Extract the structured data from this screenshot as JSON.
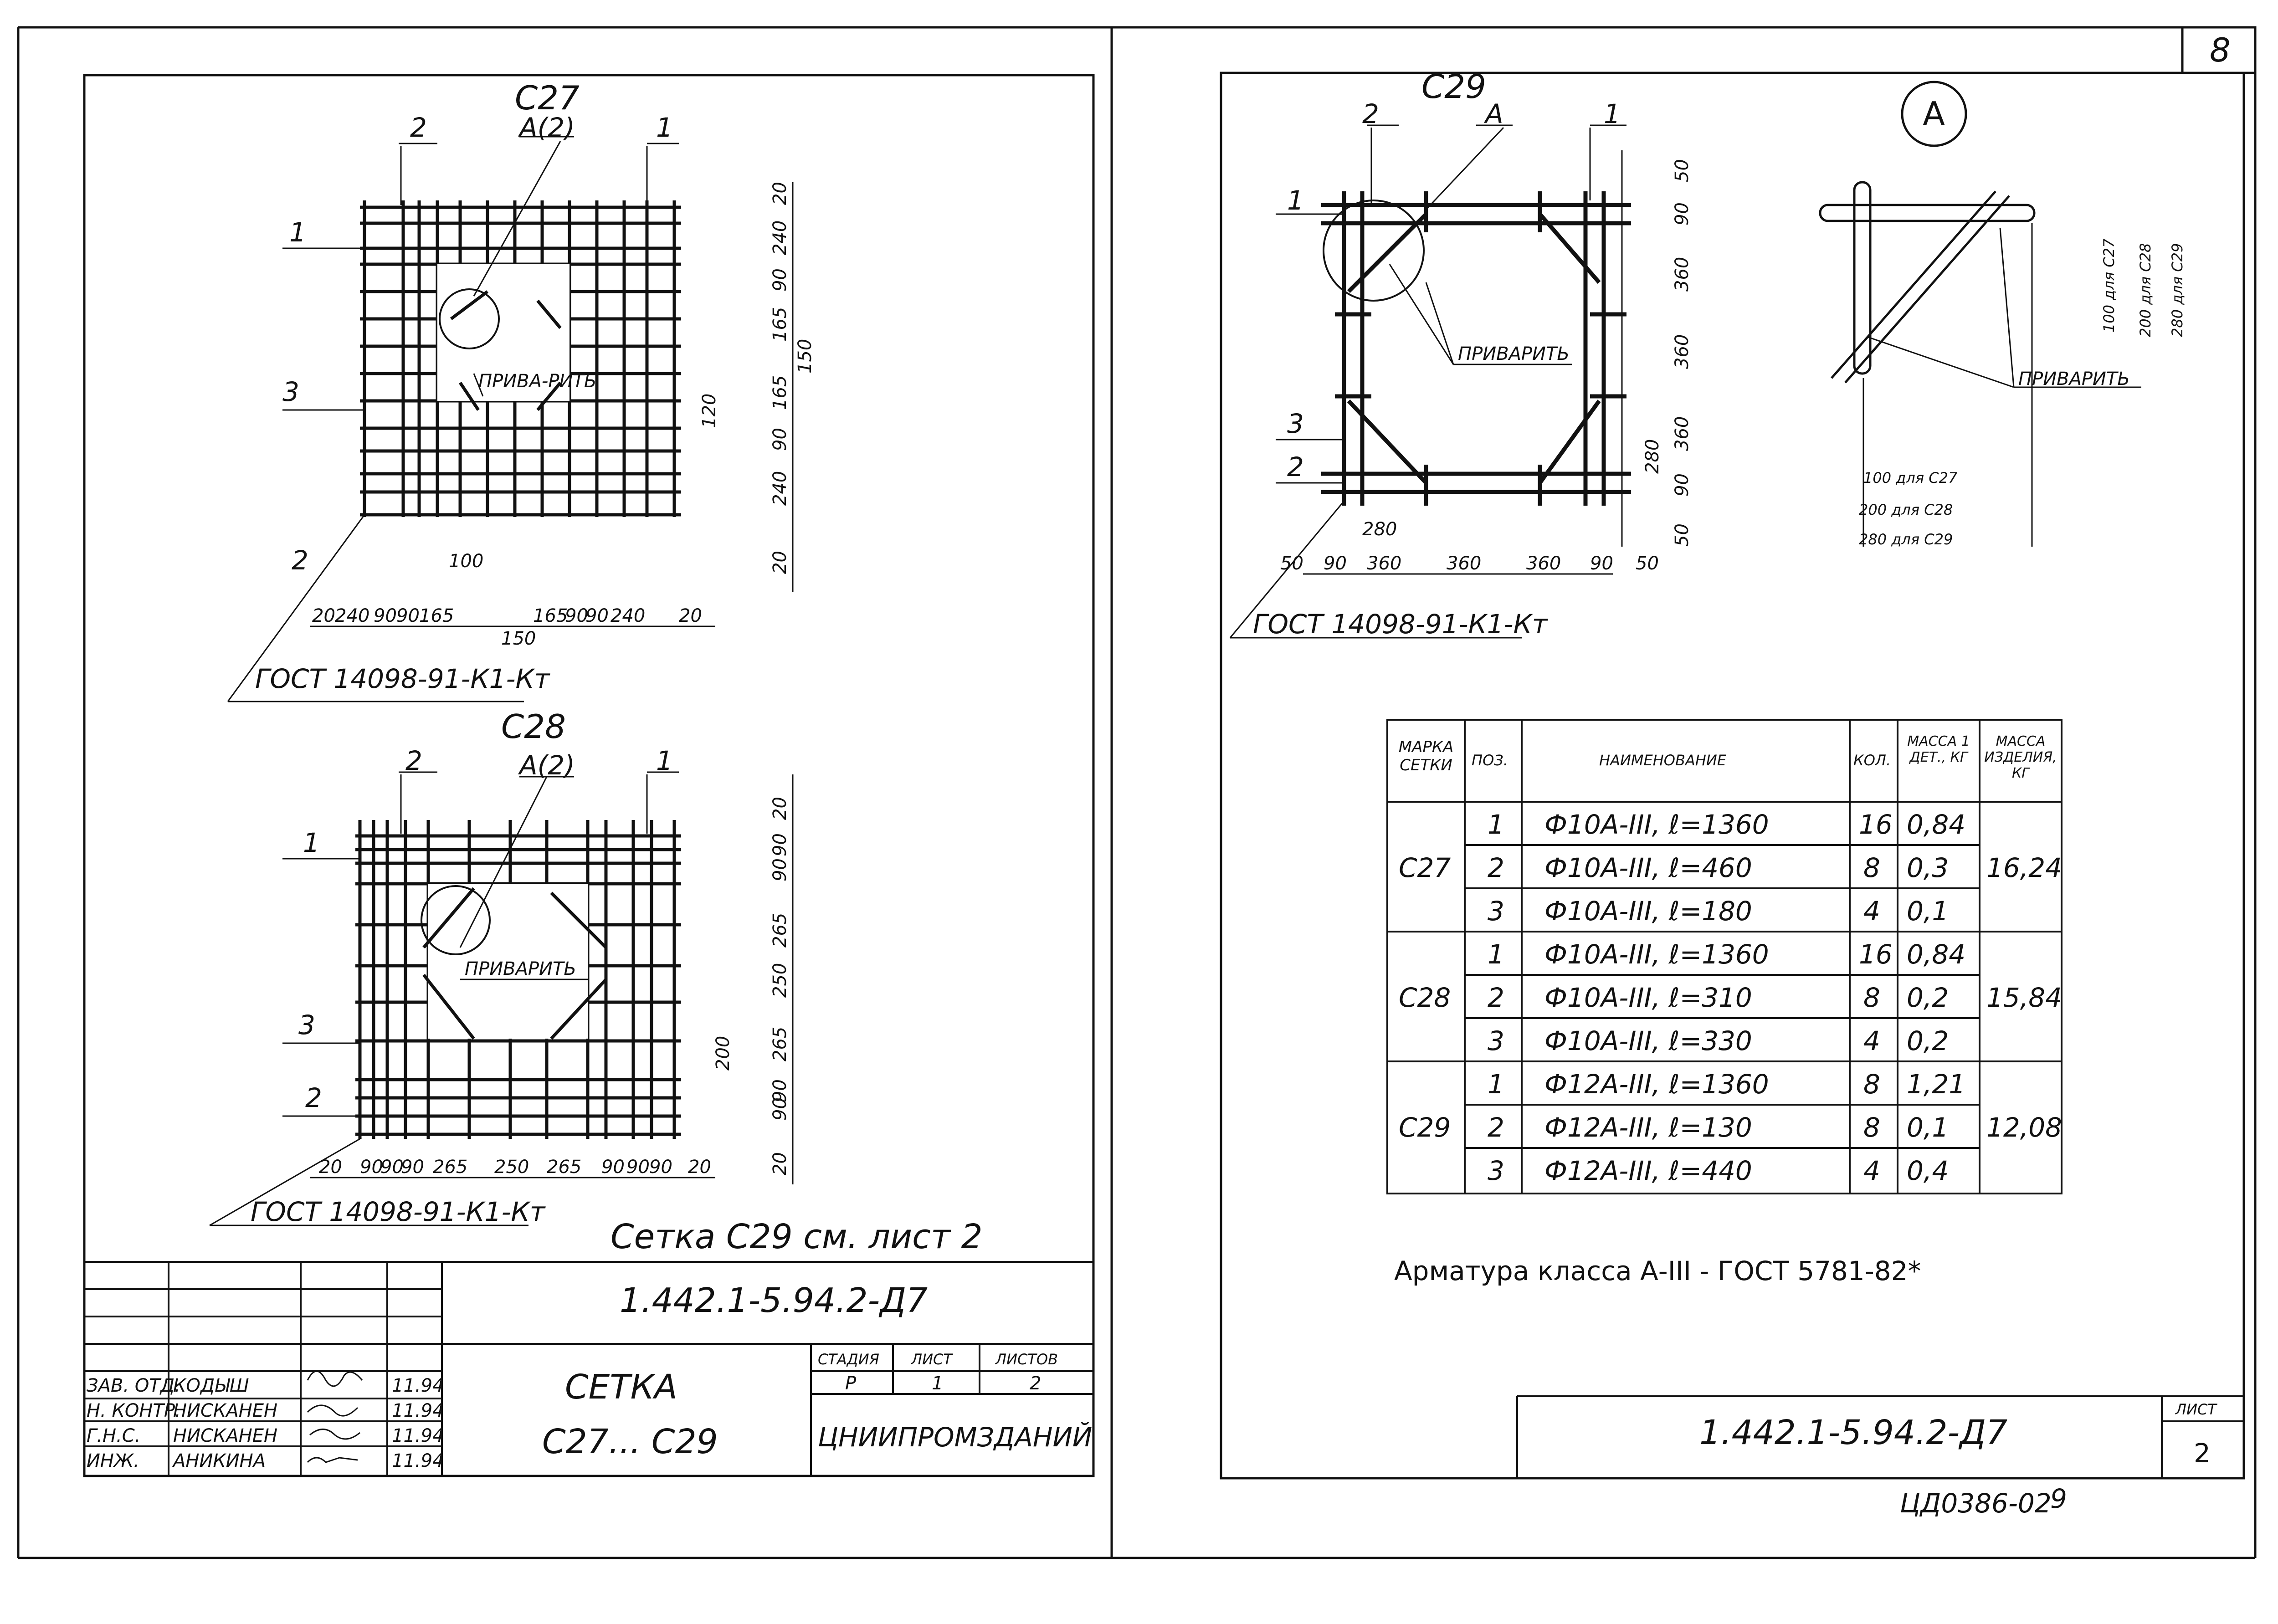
{
  "sheet_number": "8",
  "stamp_number": "ЦД0386-02",
  "stamp_page": "9",
  "left_sheet": {
    "note": "Сетка С29 см. лист 2",
    "c27": {
      "title": "С27",
      "callout": "А(2)",
      "weld_label": "ПРИВА-РИТЬ",
      "gost": "ГОСТ 14098-91-К1-Кт",
      "bar_labels": [
        "1",
        "2",
        "3"
      ],
      "dims_bottom": [
        "20",
        "240",
        "90",
        "90",
        "165",
        "165",
        "90",
        "90",
        "240",
        "20"
      ],
      "dims_right": [
        "20",
        "240",
        "90",
        "165",
        "165",
        "90",
        "240",
        "20"
      ],
      "dim_100": "100",
      "dim_150": "150",
      "dim_120": "120"
    },
    "c28": {
      "title": "С28",
      "callout": "А(2)",
      "weld_label": "ПРИВАРИТЬ",
      "gost": "ГОСТ 14098-91-К1-Кт",
      "bar_labels": [
        "1",
        "2",
        "3"
      ],
      "dims_bottom": [
        "20",
        "90",
        "90",
        "90",
        "265",
        "250",
        "265",
        "90",
        "90",
        "90",
        "20"
      ],
      "dims_right": [
        "20",
        "90",
        "90",
        "265",
        "250",
        "265",
        "90",
        "90",
        "20"
      ],
      "dim_200": "200"
    },
    "title_block": {
      "code": "1.442.1-5.94.2-Д7",
      "name_line1": "СЕТКА",
      "name_line2": "С27... С29",
      "stage_header": "СТАДИЯ",
      "sheet_header": "ЛИСТ",
      "sheets_header": "ЛИСТОВ",
      "stage": "Р",
      "sheet": "1",
      "sheets": "2",
      "org": "ЦНИИПРОМЗДАНИЙ",
      "rows": [
        {
          "role": "ЗАВ. ОТД.",
          "name": "КОДЫШ",
          "date": "11.94"
        },
        {
          "role": "Н. КОНТР.",
          "name": "НИСКАНЕН",
          "date": "11.94"
        },
        {
          "role": "Г.Н.С.",
          "name": "НИСКАНЕН",
          "date": "11.94"
        },
        {
          "role": "ИНЖ.",
          "name": "АНИКИНА",
          "date": "11.94"
        }
      ]
    }
  },
  "right_sheet": {
    "c29": {
      "title": "С29",
      "callout": "А",
      "weld_label": "ПРИВАРИТЬ",
      "gost": "ГОСТ 14098-91-К1-Кт",
      "bar_labels": [
        "1",
        "2",
        "3"
      ],
      "dims_bottom": [
        "50",
        "90",
        "360",
        "360",
        "360",
        "90",
        "50"
      ],
      "dims_right": [
        "50",
        "90",
        "360",
        "360",
        "360",
        "90",
        "50"
      ],
      "dim_280_h": "280",
      "dim_280_v": "280"
    },
    "detail_a": {
      "label": "А",
      "weld_label": "ПРИВАРИТЬ",
      "dims_vertical": [
        "100 для С27",
        "200 для С28",
        "280 для С29"
      ],
      "dims_horizontal": [
        "100 для С27",
        "200 для С28",
        "280 для С29"
      ]
    },
    "spec_table": {
      "headers": [
        "МАРКА СЕТКИ",
        "ПОЗ.",
        "НАИМЕНОВАНИЕ",
        "КОЛ.",
        "МАССА 1 ДЕТ., КГ",
        "МАССА ИЗДЕЛИЯ, КГ"
      ],
      "groups": [
        {
          "mark": "С27",
          "total": "16,24",
          "rows": [
            {
              "pos": "1",
              "name": "Ф10А-III, ℓ=1360",
              "qty": "16",
              "mass": "0,84"
            },
            {
              "pos": "2",
              "name": "Ф10А-III, ℓ=460",
              "qty": "8",
              "mass": "0,3"
            },
            {
              "pos": "3",
              "name": "Ф10А-III, ℓ=180",
              "qty": "4",
              "mass": "0,1"
            }
          ]
        },
        {
          "mark": "С28",
          "total": "15,84",
          "rows": [
            {
              "pos": "1",
              "name": "Ф10А-III, ℓ=1360",
              "qty": "16",
              "mass": "0,84"
            },
            {
              "pos": "2",
              "name": "Ф10А-III, ℓ=310",
              "qty": "8",
              "mass": "0,2"
            },
            {
              "pos": "3",
              "name": "Ф10А-III, ℓ=330",
              "qty": "4",
              "mass": "0,2"
            }
          ]
        },
        {
          "mark": "С29",
          "total": "12,08",
          "rows": [
            {
              "pos": "1",
              "name": "Ф12А-III, ℓ=1360",
              "qty": "8",
              "mass": "1,21"
            },
            {
              "pos": "2",
              "name": "Ф12А-III, ℓ=130",
              "qty": "8",
              "mass": "0,1"
            },
            {
              "pos": "3",
              "name": "Ф12А-III, ℓ=440",
              "qty": "4",
              "mass": "0,4"
            }
          ]
        }
      ]
    },
    "note": "Арматура класса А-III - ГОСТ 5781-82*",
    "title_block": {
      "code": "1.442.1-5.94.2-Д7",
      "sheet_label": "ЛИСТ",
      "sheet": "2"
    }
  }
}
